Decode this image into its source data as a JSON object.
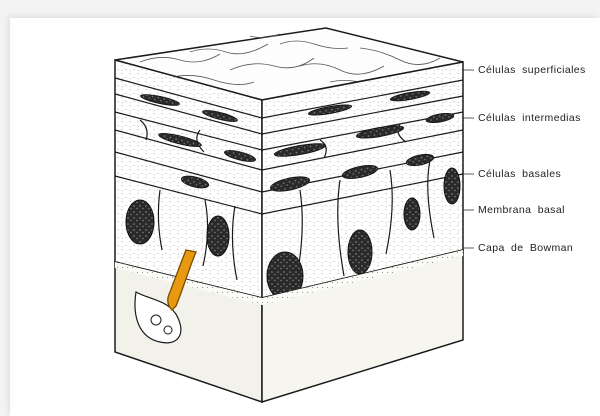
{
  "labels": [
    "Células superficiales",
    "Células intermedias",
    "Células basales",
    "Membrana basal",
    "Capa de Bowman"
  ],
  "colors": {
    "background": "#ffffff",
    "ink": "#1b1b1b",
    "bowman_fill": "#f2f2ea",
    "vessel": "#e79a10"
  }
}
